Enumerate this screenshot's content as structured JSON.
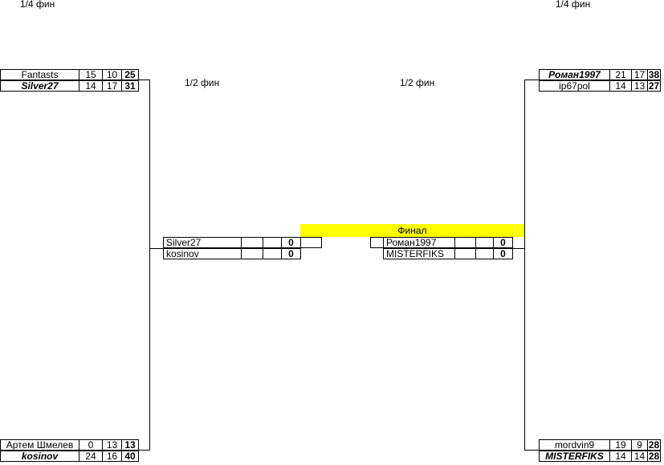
{
  "headings": {
    "quarter_left": "1/4 фин",
    "quarter_right": "1/4 фин",
    "semi_left": "1/2 фин",
    "semi_right": "1/2 фин",
    "final": "Финал"
  },
  "quarter_left_top": [
    {
      "name": "Fantasts",
      "s1": "15",
      "s2": "10",
      "total": "25",
      "winner": false
    },
    {
      "name": "Silver27",
      "s1": "14",
      "s2": "17",
      "total": "31",
      "winner": true
    }
  ],
  "quarter_left_bottom": [
    {
      "name": "Артем Шмелев",
      "s1": "0",
      "s2": "13",
      "total": "13",
      "winner": false
    },
    {
      "name": "kosinov",
      "s1": "24",
      "s2": "16",
      "total": "40",
      "winner": true
    }
  ],
  "quarter_right_top": [
    {
      "name": "Роман1997",
      "s1": "21",
      "s2": "17",
      "total": "38",
      "winner": true
    },
    {
      "name": "ip67pol",
      "s1": "14",
      "s2": "13",
      "total": "27",
      "winner": false
    }
  ],
  "quarter_right_bottom": [
    {
      "name": "mordvin9",
      "s1": "19",
      "s2": "9",
      "total": "28",
      "winner": false
    },
    {
      "name": "MISTERFIKS",
      "s1": "14",
      "s2": "14",
      "total": "28",
      "winner": true
    }
  ],
  "semi_left": [
    {
      "name": "Silver27",
      "s1": "",
      "s2": "",
      "total": "0"
    },
    {
      "name": "kosinov",
      "s1": "",
      "s2": "",
      "total": "0"
    }
  ],
  "semi_right": [
    {
      "name": "Роман1997",
      "s1": "",
      "s2": "",
      "total": "0"
    },
    {
      "name": "MISTERFIKS",
      "s1": "",
      "s2": "",
      "total": "0"
    }
  ]
}
